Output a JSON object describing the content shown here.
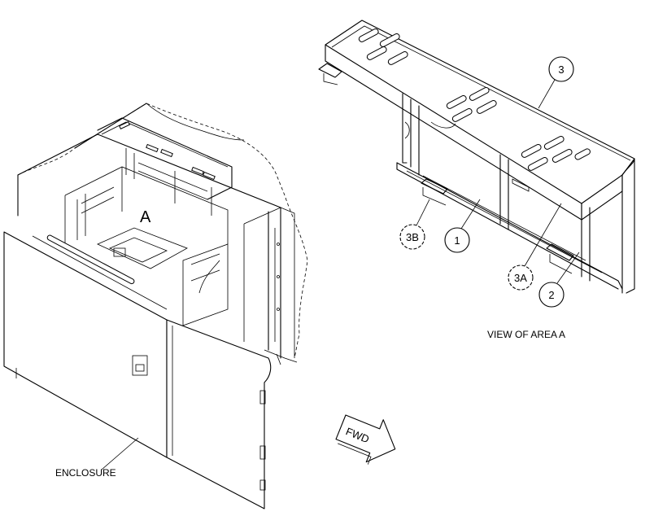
{
  "labels": {
    "area_marker": "A",
    "enclosure": "ENCLOSURE",
    "view_caption": "VIEW OF AREA A",
    "fwd_arrow": "FWD"
  },
  "callouts": [
    {
      "id": "callout-3",
      "text": "3"
    },
    {
      "id": "callout-3b",
      "text": "3B"
    },
    {
      "id": "callout-1",
      "text": "1"
    },
    {
      "id": "callout-3a",
      "text": "3A"
    },
    {
      "id": "callout-2",
      "text": "2"
    }
  ]
}
